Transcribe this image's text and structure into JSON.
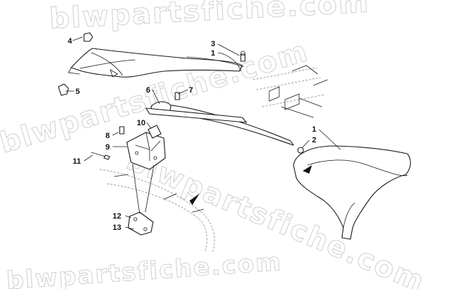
{
  "watermark": "blwpartsfiche.com",
  "callouts": [
    "1",
    "2",
    "3",
    "4",
    "5",
    "6",
    "7",
    "8",
    "9",
    "10",
    "11",
    "12",
    "13"
  ]
}
